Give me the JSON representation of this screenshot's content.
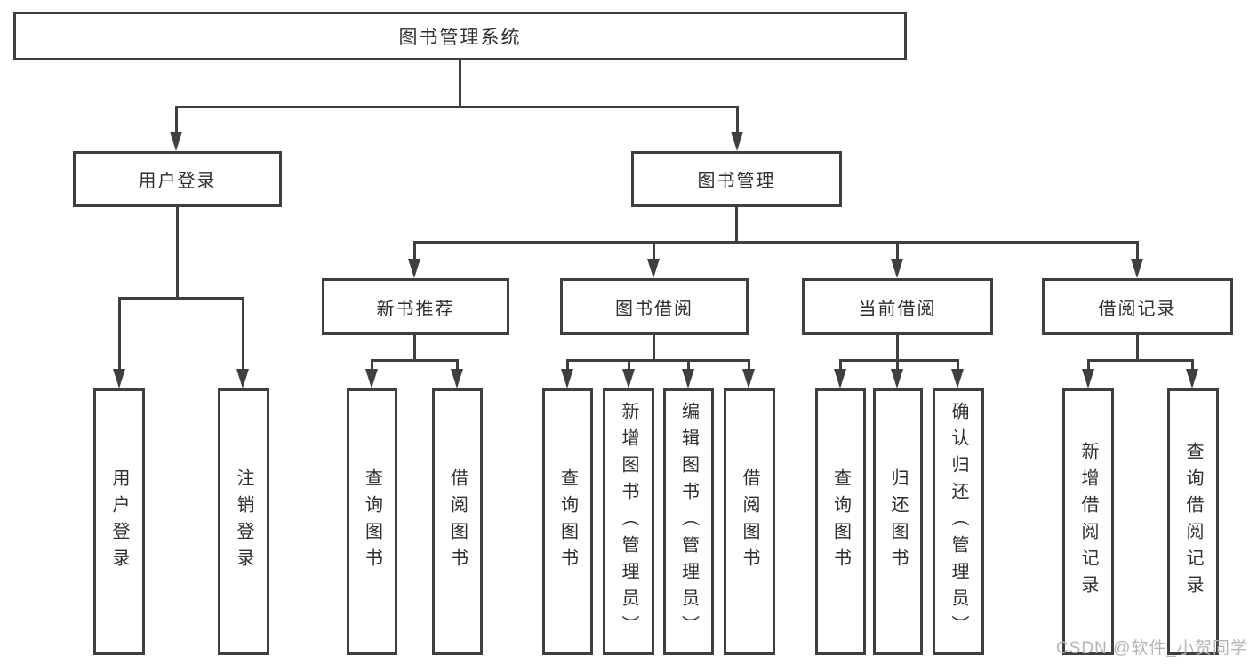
{
  "diagram": {
    "root": {
      "label": "图书管理系统",
      "children": [
        {
          "label": "用户登录",
          "children": [
            {
              "label": "用户登录"
            },
            {
              "label": "注销登录"
            }
          ]
        },
        {
          "label": "图书管理",
          "children": [
            {
              "label": "新书推荐",
              "children": [
                {
                  "label": "查询图书"
                },
                {
                  "label": "借阅图书"
                }
              ]
            },
            {
              "label": "图书借阅",
              "children": [
                {
                  "label": "查询图书"
                },
                {
                  "label": "新增图书（管理员）"
                },
                {
                  "label": "编辑图书（管理员）"
                },
                {
                  "label": "借阅图书"
                }
              ]
            },
            {
              "label": "当前借阅",
              "children": [
                {
                  "label": "查询图书"
                },
                {
                  "label": "归还图书"
                },
                {
                  "label": "确认归还（管理员）"
                }
              ]
            },
            {
              "label": "借阅记录",
              "children": [
                {
                  "label": "新增借阅记录"
                },
                {
                  "label": "查询借阅记录"
                }
              ]
            }
          ]
        }
      ]
    }
  },
  "watermark": {
    "text": "CSDN @软件_小贺同学"
  },
  "colors": {
    "line": "#3f3f3f",
    "text": "#2e2e2e",
    "watermark": "#b5b5b5",
    "background": "#ffffff"
  }
}
